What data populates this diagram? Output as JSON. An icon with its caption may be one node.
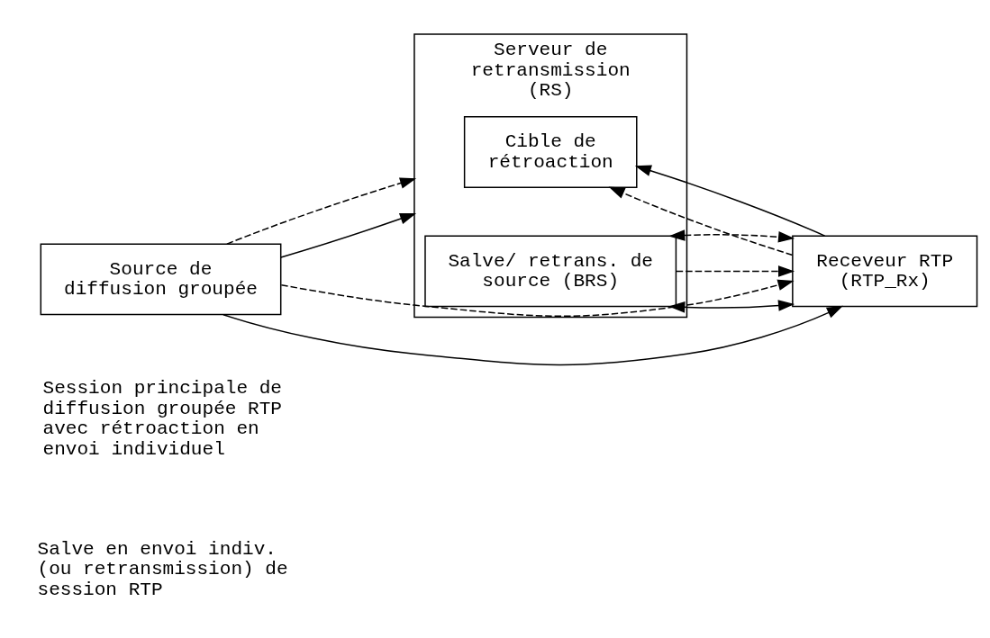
{
  "diagram": {
    "nodes": [
      {
        "text": [
          "Source de diffusion groupée"
        ]
      },
      {
        "text": [
          "Serveur de retransmission (RS)"
        ]
      },
      {
        "text": [
          "Cible de rétroaction"
        ],
        "in": 1
      },
      {
        "text": [
          "Salve/ retrans. de source (BRS)"
        ],
        "in": 1
      },
      {
        "text": [
          "Receveur RTP (RTP_Rx)"
        ]
      }
    ],
    "edges": [
      {
        "from": 0,
        "to": 4,
        "arrow": "to"
      },
      {
        "from": 0,
        "to": 4,
        "arrow": "to",
        "style": "dashed"
      },
      {
        "from": 0,
        "to": 1,
        "arrow": "to"
      },
      {
        "from": 0,
        "to": 1,
        "arrow": "to",
        "style": "dashed"
      },
      {
        "from": 4,
        "to": 2,
        "arrow": "to",
        "style": "dashed"
      },
      {
        "from": 4,
        "to": 2,
        "arrow": "to"
      },
      {
        "from": 3,
        "to": 4,
        "arrow": "both"
      },
      {
        "from": 3,
        "to": 4,
        "arrow": "to",
        "style": "dashed"
      },
      {
        "from": 3,
        "to": 4,
        "arrow": "both",
        "style": "dashed"
      }
    ],
    "labels": [
      "Session principale de diffusion groupée RTP avec rétroaction en envoi individuel",
      "Salve en envoi indiv. (ou retransmission) de session RTP"
    ]
  }
}
